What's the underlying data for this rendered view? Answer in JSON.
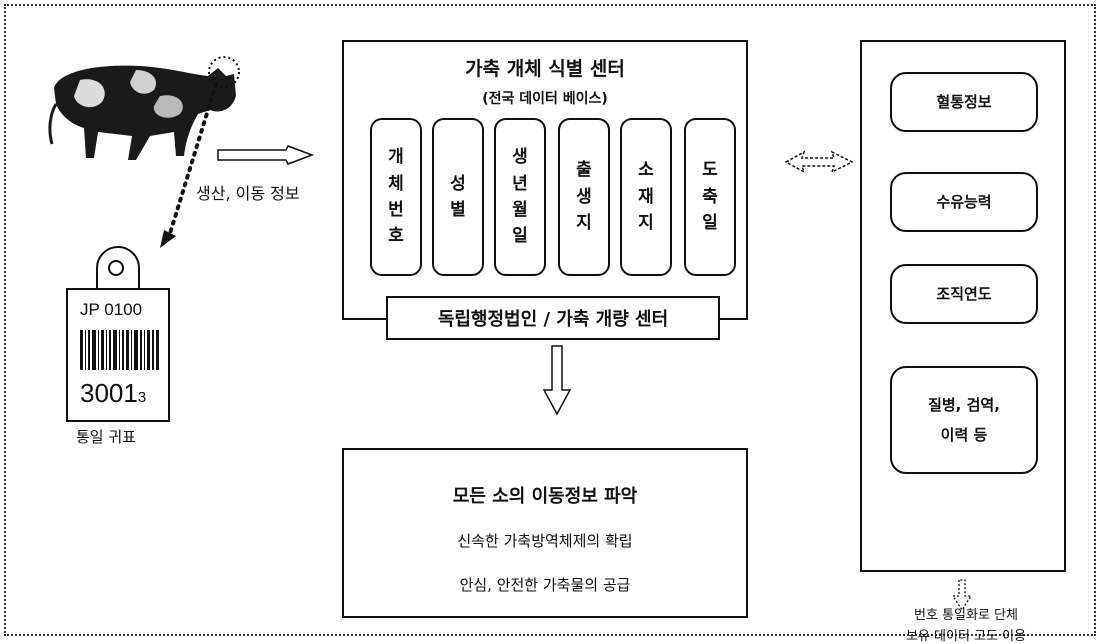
{
  "center": {
    "title": "가축 개체 식별 센터",
    "subtitle": "(전국 데이터 베이스)",
    "fields": [
      "개\n체\n번\n호",
      "성\n별",
      "생\n년\n월\n일",
      "출\n생\n지",
      "소\n재\n지",
      "도\n축\n일"
    ],
    "footer": "독립행정법인 / 가축 개량 센터"
  },
  "left": {
    "flow_label": "생산, 이동 정보",
    "tag_code": "JP 0100",
    "tag_number": "3001",
    "tag_check": "3",
    "tag_caption": "통일 귀표"
  },
  "result": {
    "title": "모든 소의 이동정보 파악",
    "line1": "신속한 가축방역체제의 확립",
    "line2": "안심, 안전한 가축물의 공급"
  },
  "right": {
    "items": [
      "혈통정보",
      "수유능력",
      "조직연도",
      "질병, 검역,\n이력 등"
    ],
    "note_line1": "번호 통일화로 단체",
    "note_line2": "보유 데이터 고도 이용"
  },
  "colors": {
    "line": "#111111",
    "background": "#ffffff"
  }
}
